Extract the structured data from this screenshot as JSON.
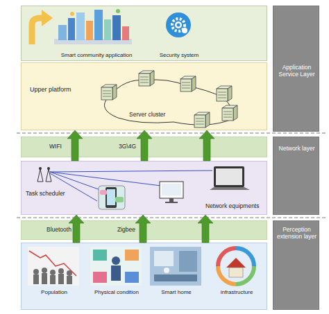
{
  "diagram": {
    "nodes": [
      {
        "text": [
          "Smart community application",
          "Security system"
        ]
      },
      {
        "text": [
          "Upper platform",
          "Server cluster"
        ]
      },
      {
        "text": [
          "WIFI",
          "3G\\4G"
        ]
      },
      {
        "text": [
          "Task scheduler",
          "Network equipments"
        ]
      },
      {
        "text": [
          "Bluetooth",
          "Zigbee"
        ]
      },
      {
        "text": [
          "Population",
          "Physical condition",
          "Smart home",
          "infrastructure"
        ]
      },
      {
        "text": [
          "Application Service Layer"
        ]
      },
      {
        "text": [
          "Network layer"
        ]
      },
      {
        "text": [
          "Perception extension layer"
        ]
      }
    ],
    "edges": [
      {
        "from": 3,
        "to": 1,
        "arrow": "to"
      },
      {
        "from": 3,
        "to": 1,
        "arrow": "to"
      },
      {
        "from": 3,
        "to": 1,
        "arrow": "to"
      },
      {
        "from": 5,
        "to": 3,
        "arrow": "to"
      },
      {
        "from": 5,
        "to": 3,
        "arrow": "to"
      },
      {
        "from": 5,
        "to": 3,
        "arrow": "to"
      }
    ]
  }
}
